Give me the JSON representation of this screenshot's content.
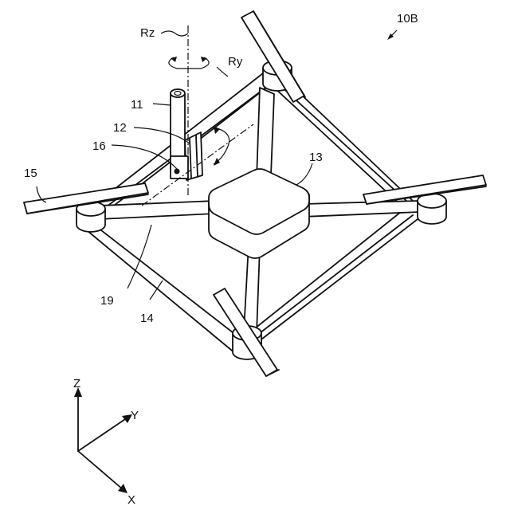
{
  "figure": {
    "labels": {
      "figure_ref": "10B",
      "rz": "Rz",
      "ry": "Ry",
      "n11": "11",
      "n12": "12",
      "n13": "13",
      "n14": "14",
      "n15": "15",
      "n16": "16",
      "n19": "19"
    },
    "axes": {
      "z": "Z",
      "y": "Y",
      "x": "X"
    }
  }
}
